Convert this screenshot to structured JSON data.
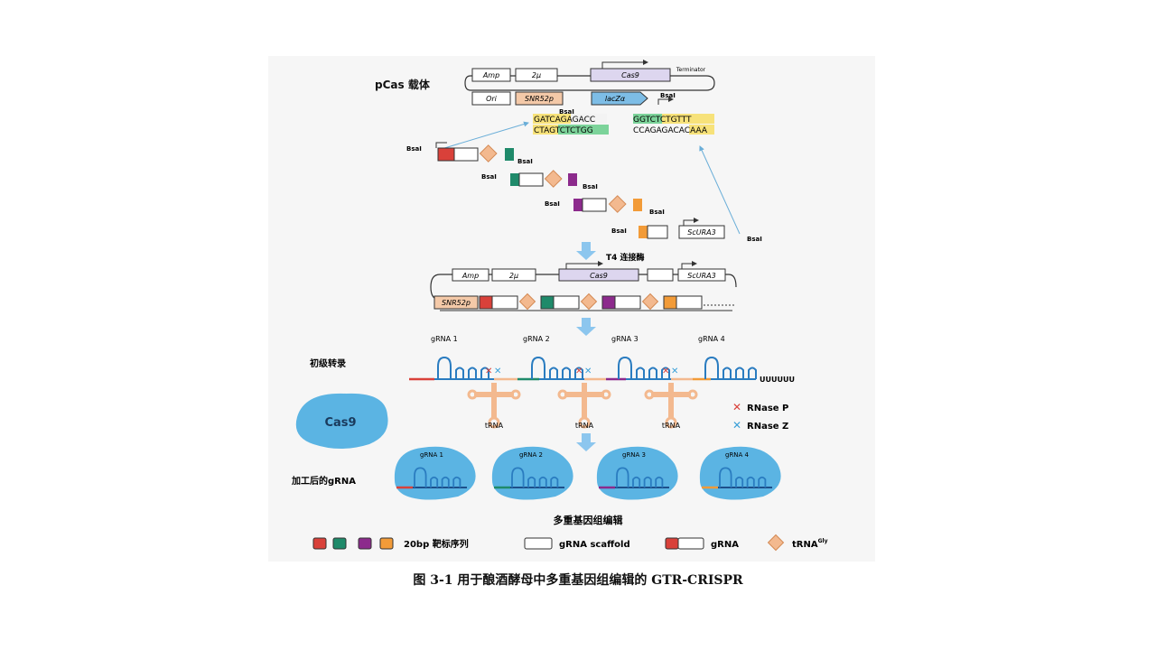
{
  "vector": {
    "title": "pCas 载体",
    "amp": "Amp",
    "two_micron": "2μ",
    "cas9": "Cas9",
    "terminator": "Terminator",
    "ori": "Ori",
    "snr52p": "SNR52p",
    "lacz": "lacZα",
    "bsai": "BsaI",
    "seq_top_left": "GATCAGAGACC",
    "seq_bottom_left": "CTAGTCTCTGG",
    "seq_top_right": "GGTCTCTGTTT",
    "seq_bottom_right": "CCAGAGACACAAA"
  },
  "fragments": {
    "bsai": "BsaI",
    "scura3": "ScURA3"
  },
  "ligation": {
    "label": "T4 连接酶"
  },
  "assembled": {
    "amp": "Amp",
    "two_micron": "2μ",
    "cas9": "Cas9",
    "scura3": "ScURA3",
    "snr52p": "SNR52p"
  },
  "transcript": {
    "section_label": "初级转录",
    "grna_labels": [
      "gRNA 1",
      "gRNA 2",
      "gRNA 3",
      "gRNA 4"
    ],
    "polyu": "UUUUUU",
    "trna_label": "tRNA",
    "rnase_p": "RNase P",
    "rnase_z": "RNase Z"
  },
  "processed": {
    "cas9": "Cas9",
    "section_label": "加工后的gRNA",
    "grna_labels": [
      "gRNA 1",
      "gRNA 2",
      "gRNA 3",
      "gRNA 4"
    ],
    "footer": "多重基因组编辑"
  },
  "legend": {
    "target": "20bp 靶标序列",
    "scaffold": "gRNA scaffold",
    "grna": "gRNA",
    "trna": "tRNA",
    "trna_sup": "Gly"
  },
  "colors": {
    "red": "#d9413a",
    "green": "#1f8a6a",
    "purple": "#8c2a8c",
    "orange": "#f29b38",
    "trna": "#f3b98f",
    "blue_bg": "#5bb4e3",
    "arrow": "#8cc6ee",
    "scaffold": "#2a7cc0"
  },
  "caption": "图 3-1 用于酿酒酵母中多重基因组编辑的 GTR-CRISPR"
}
